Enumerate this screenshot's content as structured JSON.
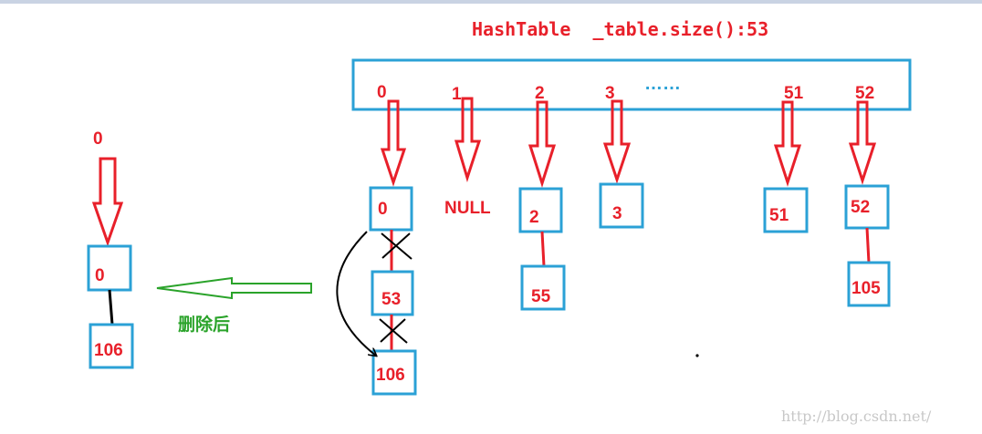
{
  "title": "HashTable  _table.size():53",
  "colors": {
    "red": "#e8202a",
    "blue": "#2ba1d6",
    "green": "#2aa32a",
    "black": "#000000",
    "watermark": "#c8c8c8",
    "dots": "#2ba1d6"
  },
  "table_indices": [
    "0",
    "1",
    "2",
    "3",
    "51",
    "52"
  ],
  "ellipsis": "……",
  "null_label": "NULL",
  "buckets": {
    "b0": [
      "0",
      "53",
      "106"
    ],
    "b2": [
      "2",
      "55"
    ],
    "b3": [
      "3"
    ],
    "b51": [
      "51"
    ],
    "b52": [
      "52",
      "105"
    ]
  },
  "after": {
    "index": "0",
    "nodes": [
      "0",
      "106"
    ],
    "label": "删除后"
  },
  "watermark": "http://blog.csdn.net/"
}
